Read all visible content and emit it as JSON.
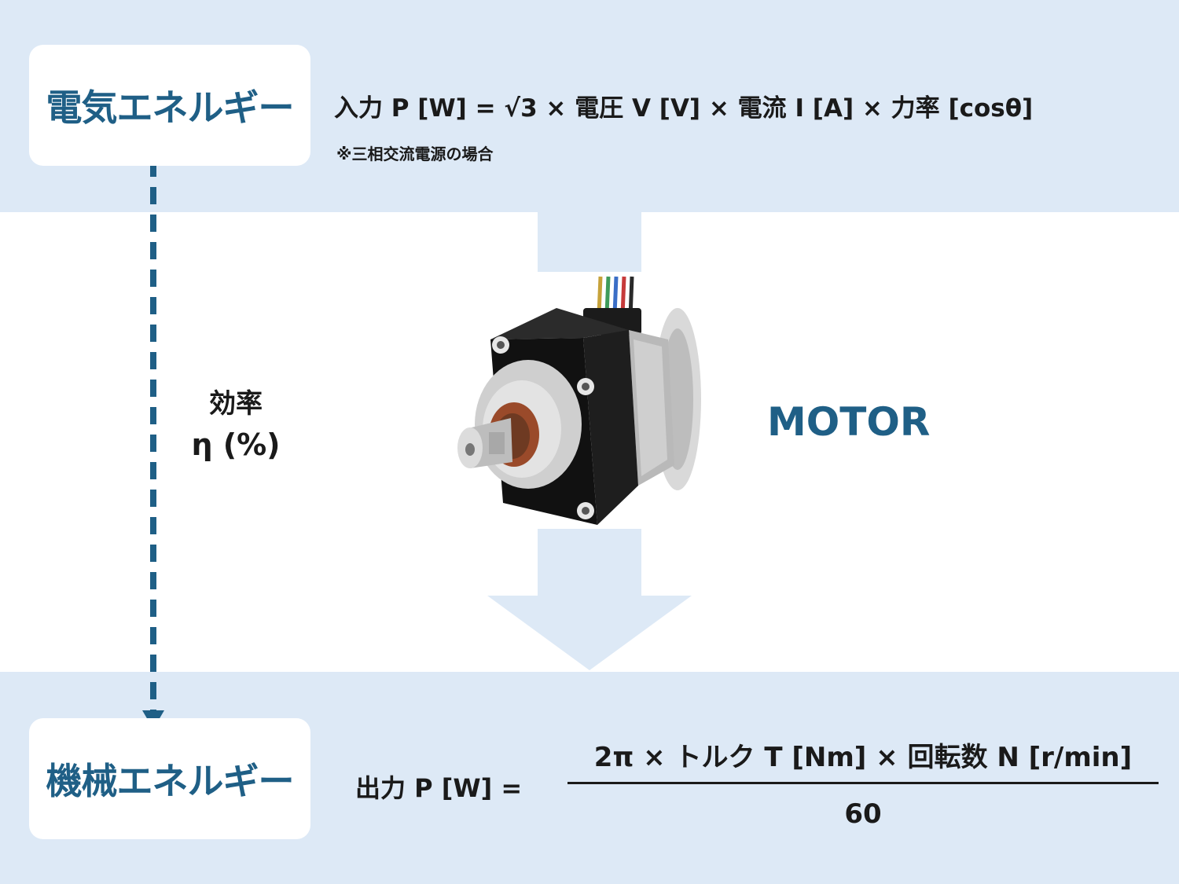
{
  "colors": {
    "band": "#dde9f6",
    "accent": "#1f5f86",
    "text": "#1a1a1a",
    "arrow": "#dde9f6"
  },
  "electrical": {
    "label": "電気エネルギー",
    "formula": "入力 P [W] = √3 × 電圧 V [V]  × 電流 I [A] × 力率 [cosθ]",
    "note": "※三相交流電源の場合"
  },
  "efficiency": {
    "label": "効率",
    "symbol": "η (%)"
  },
  "motor": {
    "label": "MOTOR",
    "image": "stepper-motor-photo"
  },
  "mechanical": {
    "label": "機械エネルギー",
    "formula_lhs": "出力 P [W] =",
    "numerator": "2π × トルク T [Nm]  × 回転数 N [r/min]",
    "denominator": "60"
  }
}
